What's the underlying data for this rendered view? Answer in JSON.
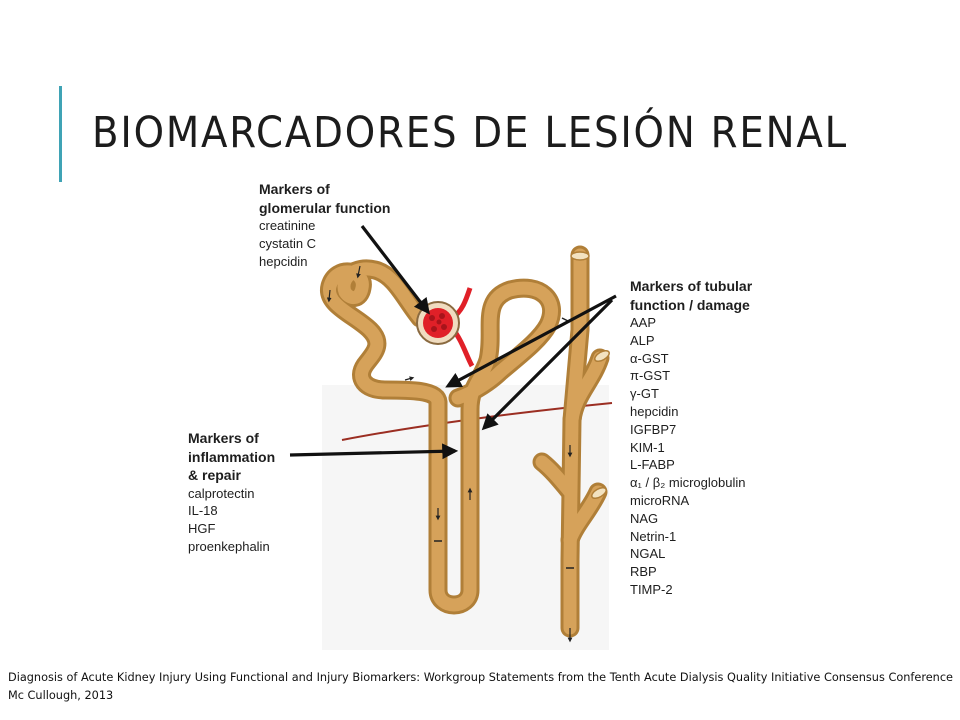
{
  "slide": {
    "title": "BIOMARCADORES DE LESIÓN RENAL",
    "accent_color": "#3fa3b5",
    "citation": "Diagnosis of Acute Kidney Injury Using Functional and Injury Biomarkers: Workgroup Statements from the Tenth Acute Dialysis Quality Initiative Consensus Conference Mc Cullough, 2013"
  },
  "diagram": {
    "colors": {
      "tubule": "#d6a25a",
      "tubule_edge": "#b07f38",
      "blood_vessel": "#e02028",
      "boundary_line": "#9b2e22",
      "arrow": "#111111"
    },
    "groups": {
      "glomerular": {
        "heading": [
          "Markers of",
          "glomerular function"
        ],
        "items": [
          "creatinine",
          "cystatin C",
          "hepcidin"
        ]
      },
      "inflammation": {
        "heading": [
          "Markers of",
          "inflammation",
          "& repair"
        ],
        "items": [
          "calprotectin",
          "IL-18",
          "HGF",
          "proenkephalin"
        ]
      },
      "tubular": {
        "heading": [
          "Markers of tubular",
          "function / damage"
        ],
        "items": [
          "AAP",
          "ALP",
          "α-GST",
          "π-GST",
          "γ-GT",
          "hepcidin",
          "IGFBP7",
          "KIM-1",
          "L-FABP",
          "α₁ / β₂ microglobulin",
          "microRNA",
          "NAG",
          "Netrin-1",
          "NGAL",
          "RBP",
          "TIMP-2"
        ]
      }
    }
  }
}
